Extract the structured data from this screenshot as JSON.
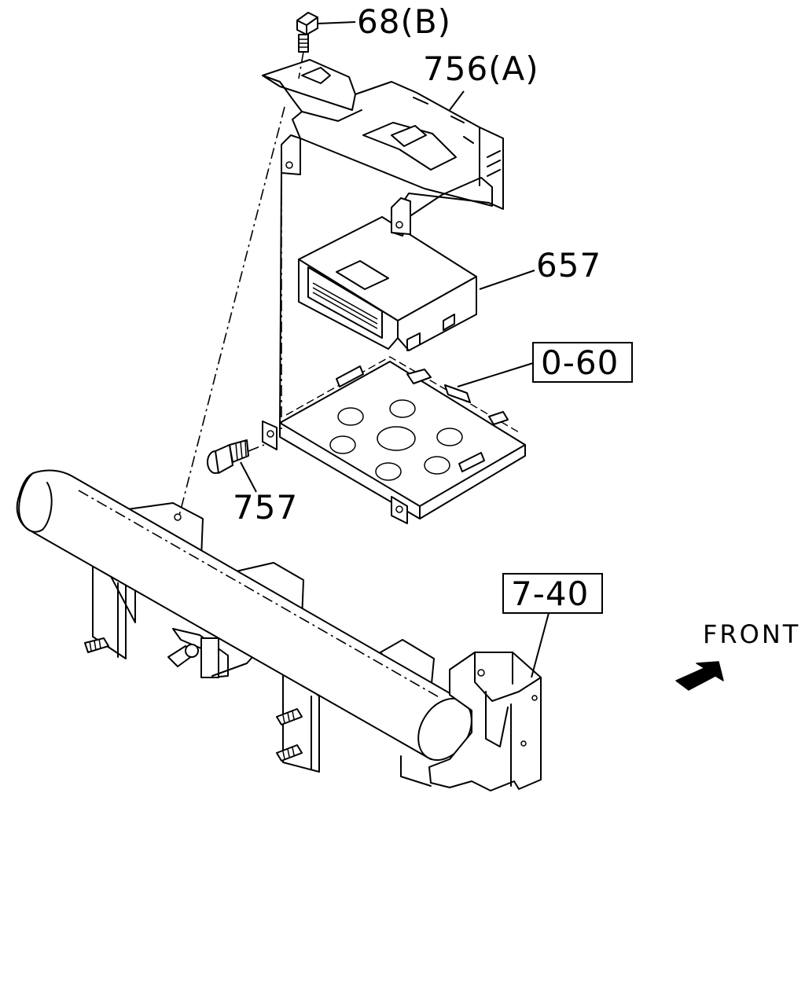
{
  "callouts": {
    "bolt_top": "68(B)",
    "bracket_upper": "756(A)",
    "control_unit": "657",
    "tray_ref": "0-60",
    "bolt_side": "757",
    "crossmember_ref": "7-40"
  },
  "orientation": {
    "label": "FRONT"
  }
}
